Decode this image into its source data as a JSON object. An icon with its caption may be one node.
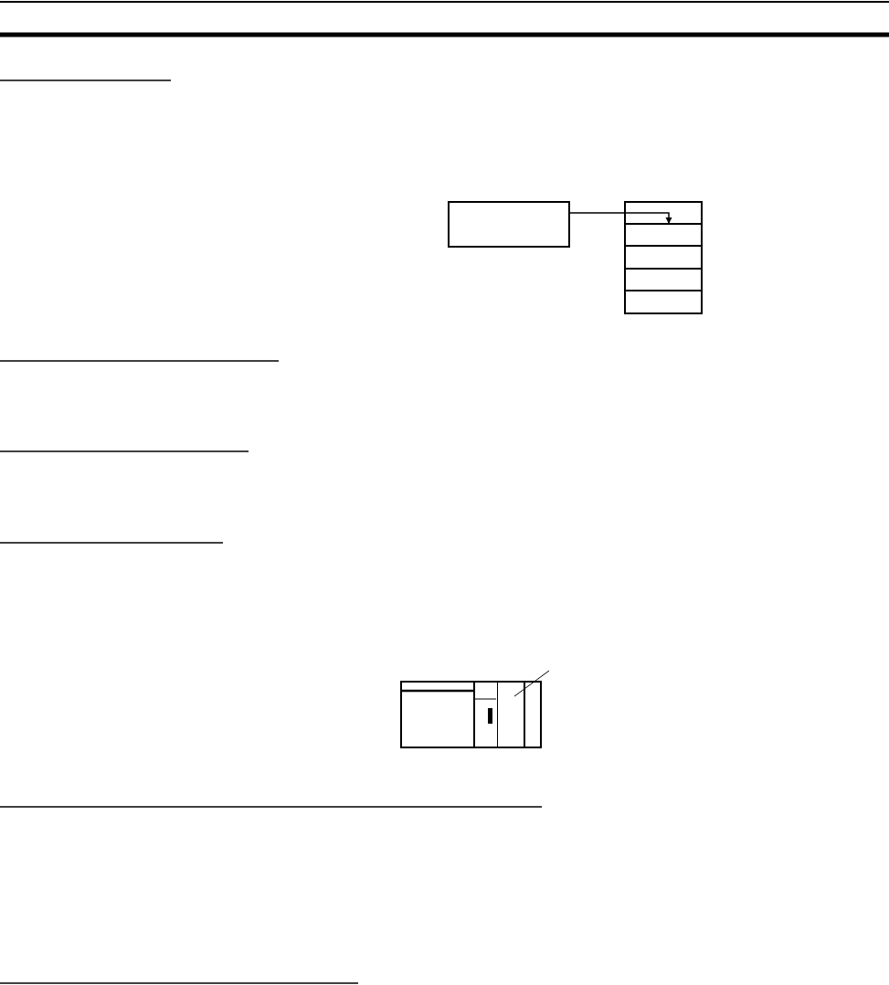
{
  "diagram": {
    "nodes": [
      {
        "text": [],
        "shape": "box"
      },
      {
        "text": [],
        "shape": "box"
      },
      {
        "text": [],
        "shape": "box"
      },
      {
        "text": [],
        "shape": "box"
      },
      {
        "text": [],
        "shape": "box"
      },
      {
        "text": [],
        "shape": "box"
      },
      {
        "text": [],
        "shape": "box"
      },
      {
        "text": [],
        "shape": "box",
        "in": 6
      }
    ],
    "edges": [
      {
        "from": 0,
        "to": 1,
        "arrow": "to"
      },
      {
        "from": null,
        "to": 7,
        "arrow": "none"
      }
    ]
  }
}
